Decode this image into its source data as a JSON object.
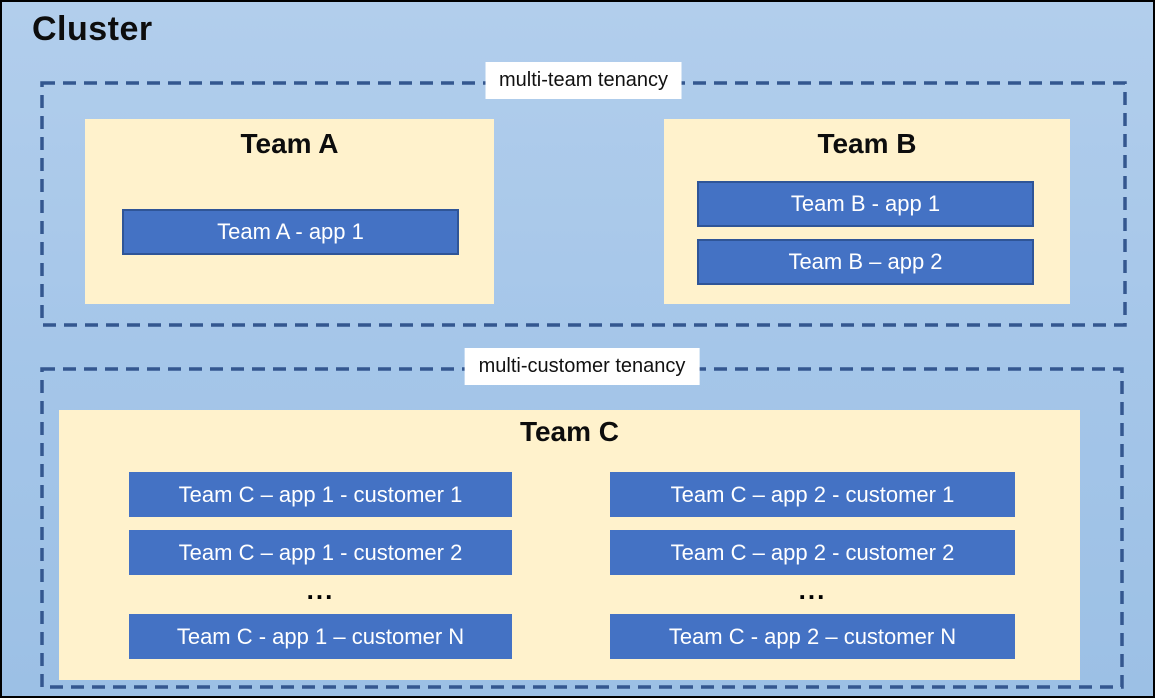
{
  "cluster_title": "Cluster",
  "groups": [
    {
      "label": "multi-team tenancy",
      "teams": [
        {
          "name": "Team A",
          "apps": [
            "Team A - app 1"
          ]
        },
        {
          "name": "Team B",
          "apps": [
            "Team B - app 1",
            "Team B – app 2"
          ]
        }
      ]
    },
    {
      "label": "multi-customer tenancy",
      "teams": [
        {
          "name": "Team C",
          "columns": [
            {
              "rows": [
                "Team C – app 1 - customer 1",
                "Team C – app 1 - customer 2"
              ],
              "ellipsis": "...",
              "last_row": "Team C - app 1 – customer N"
            },
            {
              "rows": [
                "Team C – app 2 - customer 1",
                "Team C – app 2 - customer 2"
              ],
              "ellipsis": "...",
              "last_row": "Team C - app 2 – customer N"
            }
          ]
        }
      ]
    }
  ],
  "colors": {
    "background_top": "#b2ceec",
    "background_bottom": "#9cc0e5",
    "dashed_border": "#34578f",
    "team_box_fill": "#fff2cc",
    "app_box_fill": "#4472c4",
    "app_box_border": "#2f5597",
    "app_text": "#ffffff",
    "label_background": "#ffffff",
    "title_text": "#0d0d0d",
    "outer_border": "#000000"
  }
}
